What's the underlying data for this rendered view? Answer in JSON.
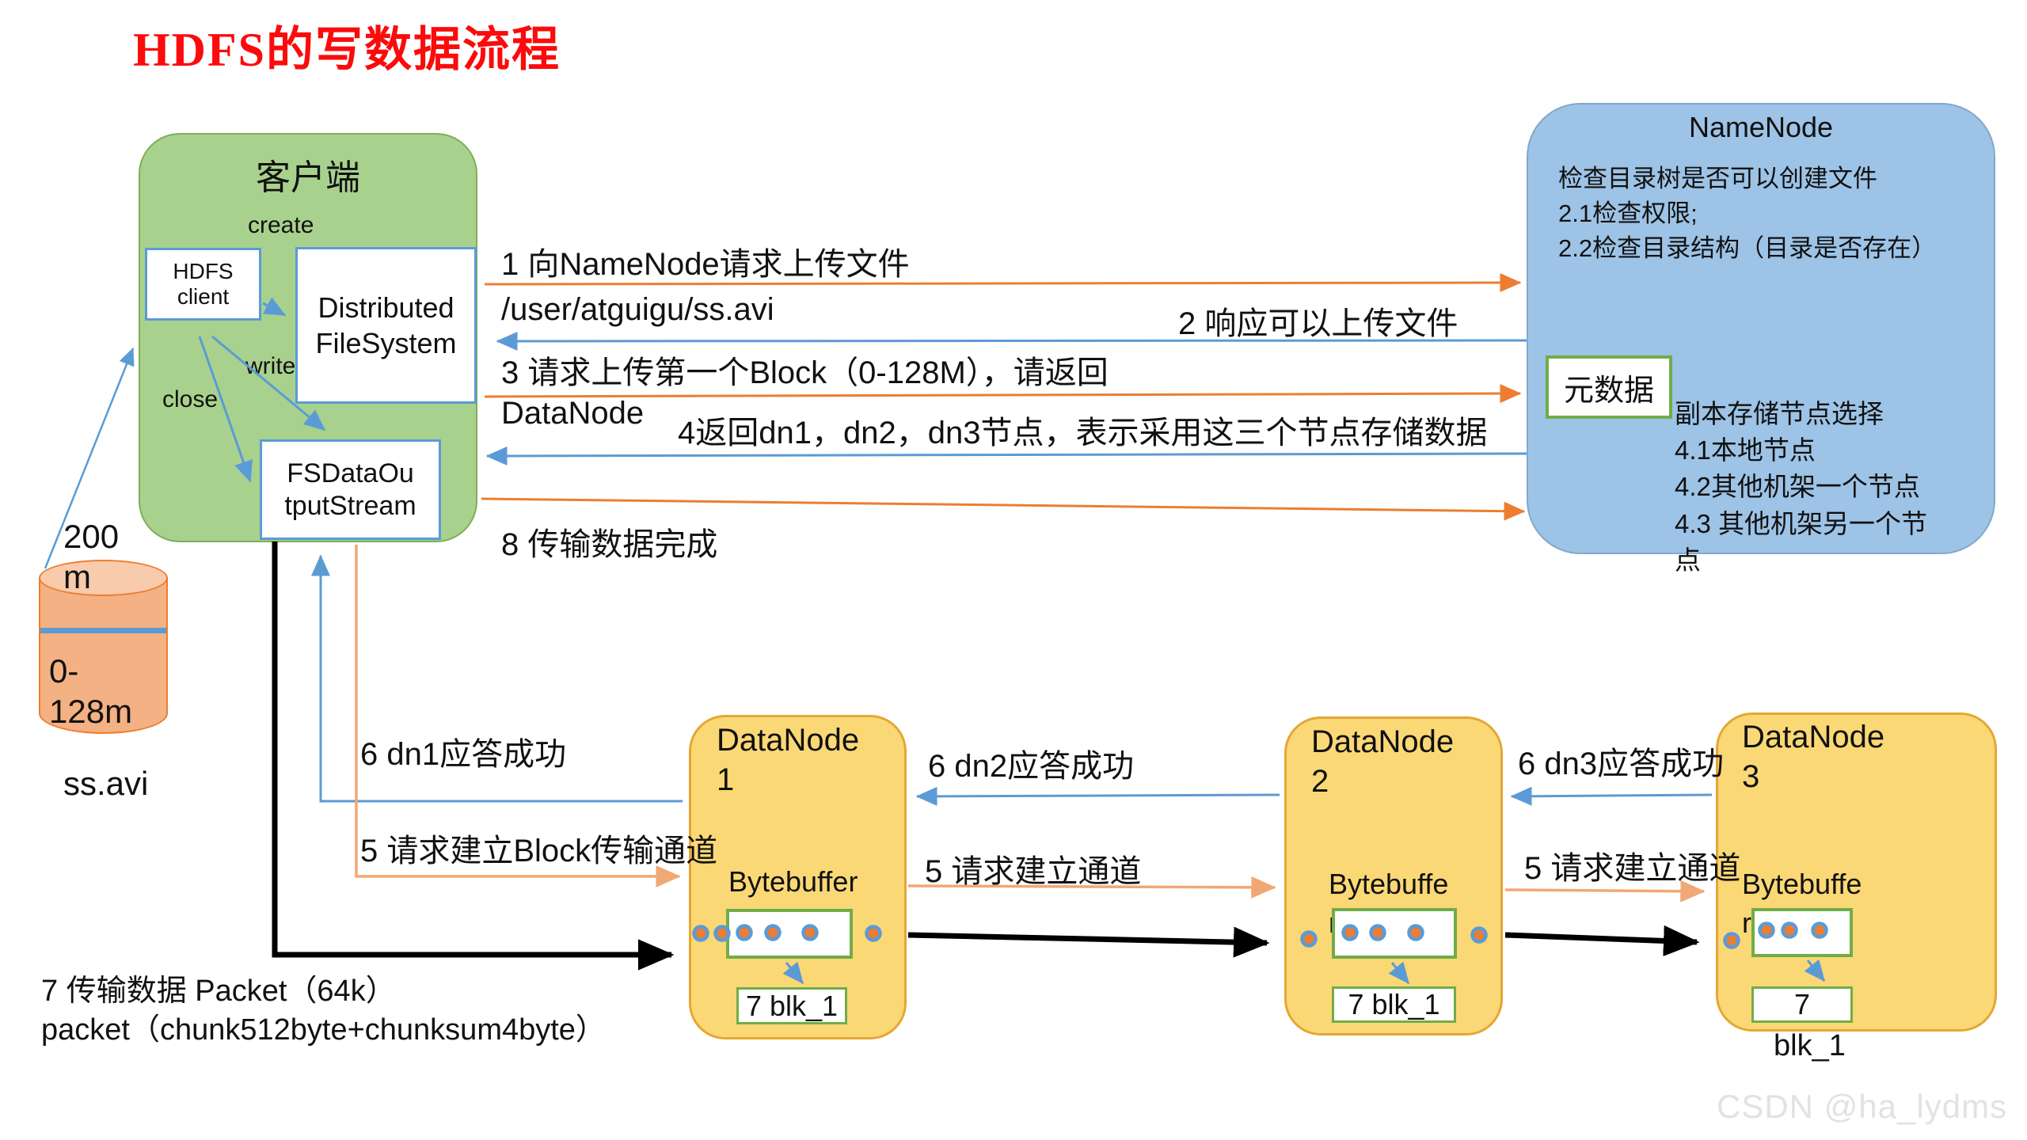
{
  "title": "HDFS的写数据流程",
  "watermark": "CSDN @ha_lydms",
  "colors": {
    "title_red": "#fb0b0b",
    "client_green": "#a9d18e",
    "namenode_blue": "#9dc3e6",
    "datanode_yellow": "#fbd876",
    "cylinder_orange": "#f4b183",
    "arrow_orange": "#ed7d31",
    "arrow_orange_light": "#f0a875",
    "arrow_blue": "#5b9bd5",
    "box_border_green": "#70ad47",
    "box_border_blue": "#5b9bd5"
  },
  "client": {
    "title": "客户端",
    "create_label": "create",
    "write_label": "write",
    "close_label": "close",
    "hdfs_client_label": "HDFS client",
    "dfs_label": "Distributed FileSystem",
    "stream_label": "FSDataOutputStream"
  },
  "namenode": {
    "title": "NameNode",
    "check_lines": [
      "检查目录树是否可以创建文件",
      "2.1检查权限;",
      "2.2检查目录结构（目录是否存在）"
    ],
    "metadata_label": "元数据",
    "replica_lines": [
      "副本存储节点选择",
      "4.1本地节点",
      "4.2其他机架一个节点",
      "4.3 其他机架另一个节点"
    ]
  },
  "file": {
    "size_label": "200 m",
    "block_range": "0-128m",
    "name": "ss.avi"
  },
  "flow": {
    "step1": "1 向NameNode请求上传文件",
    "step1_path": "/user/atguigu/ss.avi",
    "step2": "2 响应可以上传文件",
    "step3": "3 请求上传第一个Block（0-128M），请返回",
    "step3_cont": "DataNode",
    "step4": "4返回dn1，dn2，dn3节点，表示采用这三个节点存储数据",
    "step5_block": "5 请求建立Block传输通道",
    "step5_channel2": "5 请求建立通道",
    "step5_channel3": "5 请求建立通道",
    "step6_dn1": "6 dn1应答成功",
    "step6_dn2": "6 dn2应答成功",
    "step6_dn3": "6 dn3应答成功",
    "step7_line1": "7 传输数据 Packet（64k）",
    "step7_line2": "packet（chunk512byte+chunksum4byte）",
    "step8": "8 传输数据完成"
  },
  "datanodes": [
    {
      "title": "DataNode 1",
      "buffer_label": "Bytebuffer",
      "block_label": "7 blk_1"
    },
    {
      "title": "DataNode 2",
      "buffer_label": "Bytebuffer",
      "block_label": "7 blk_1"
    },
    {
      "title": "DataNode 3",
      "buffer_label": "Bytebuffer",
      "block_label": "7",
      "block_caption": "blk_1"
    }
  ]
}
